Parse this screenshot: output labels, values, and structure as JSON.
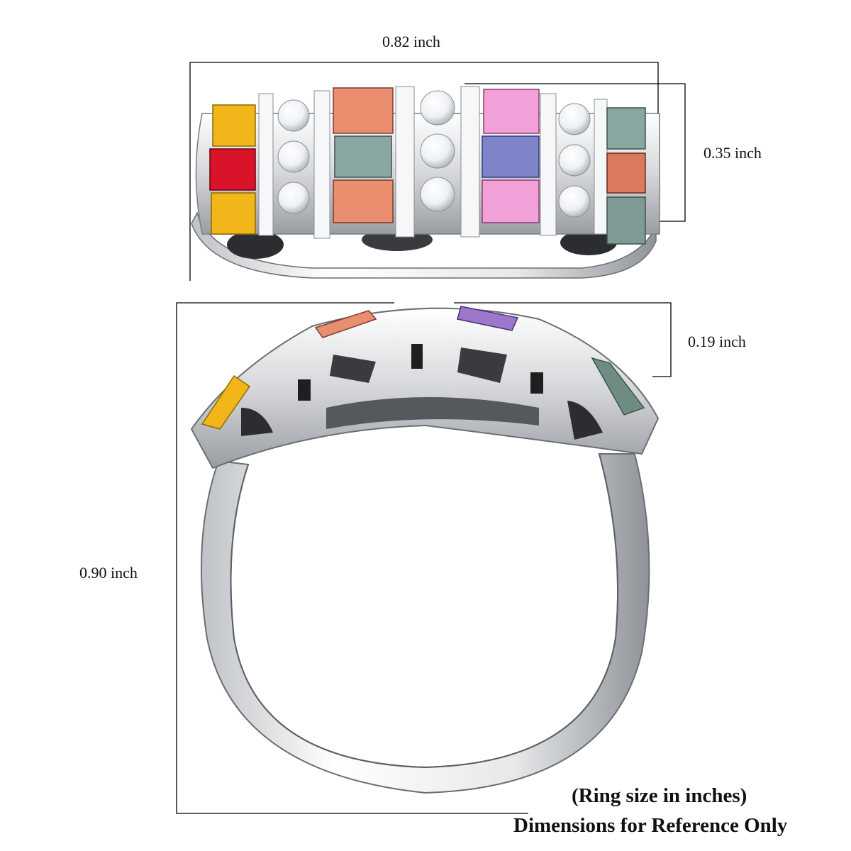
{
  "dimensions": {
    "width_label": "0.82 inch",
    "height_label": "0.35 inch",
    "depth_label": "0.19 inch",
    "ring_height_label": "0.90 inch"
  },
  "caption": {
    "line1": "(Ring size in inches)",
    "line2": "Dimensions for Reference Only"
  },
  "colors": {
    "dimension_line": "#000000",
    "metal": "#d9dadc",
    "yellow_sapphire": "#f2b51a",
    "red_sapphire": "#d9142a",
    "peach_sapphire": "#e98f6f",
    "pink_sapphire": "#f2a0d8",
    "blue_sapphire": "#7d84c9",
    "green_sapphire": "#8aa6a3",
    "diamond": "#f4f6f8"
  }
}
